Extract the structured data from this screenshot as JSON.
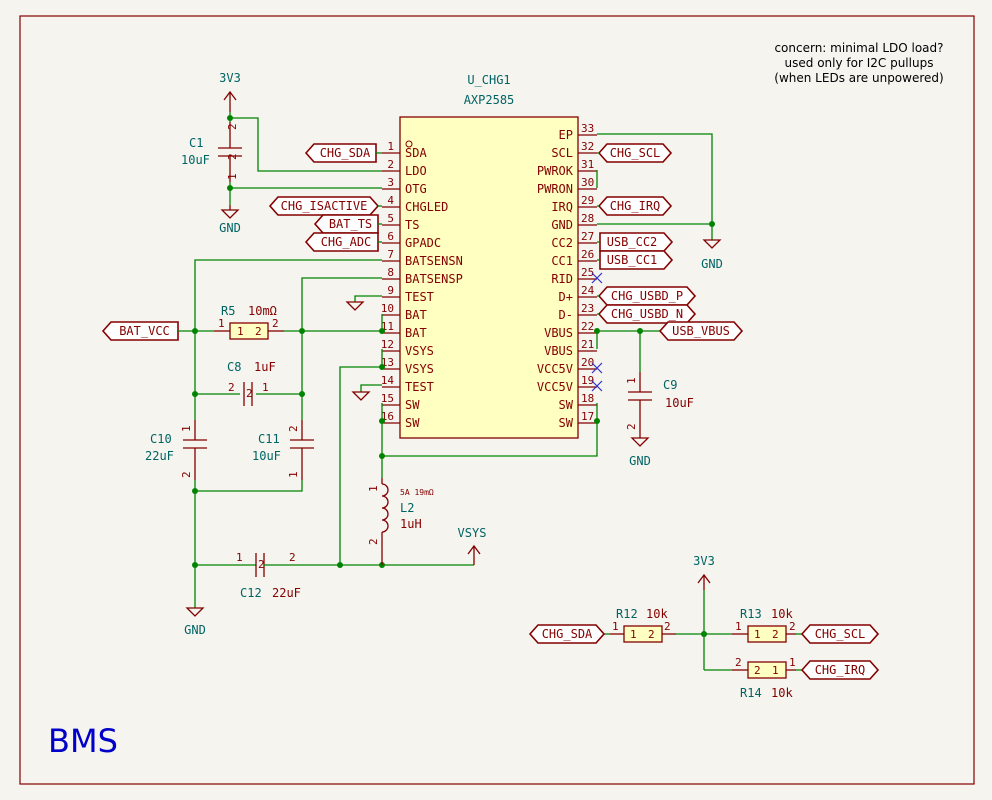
{
  "sheet_title": "BMS",
  "note": [
    "concern: minimal LDO load?",
    "used only for I2C pullups",
    "(when LEDs are unpowered)"
  ],
  "power": {
    "v3v3": "3V3",
    "gnd": "GND",
    "vsys": "VSYS"
  },
  "ic": {
    "ref": "U_CHG1",
    "value": "AXP2585",
    "left_pins": [
      {
        "num": "1",
        "name": "SDA"
      },
      {
        "num": "2",
        "name": "LDO"
      },
      {
        "num": "3",
        "name": "OTG"
      },
      {
        "num": "4",
        "name": "CHGLED"
      },
      {
        "num": "5",
        "name": "TS"
      },
      {
        "num": "6",
        "name": "GPADC"
      },
      {
        "num": "7",
        "name": "BATSENSN"
      },
      {
        "num": "8",
        "name": "BATSENSP"
      },
      {
        "num": "9",
        "name": "TEST"
      },
      {
        "num": "10",
        "name": "BAT"
      },
      {
        "num": "11",
        "name": "BAT"
      },
      {
        "num": "12",
        "name": "VSYS"
      },
      {
        "num": "13",
        "name": "VSYS"
      },
      {
        "num": "14",
        "name": "TEST"
      },
      {
        "num": "15",
        "name": "SW"
      },
      {
        "num": "16",
        "name": "SW"
      }
    ],
    "right_pins": [
      {
        "num": "33",
        "name": "EP"
      },
      {
        "num": "32",
        "name": "SCL"
      },
      {
        "num": "31",
        "name": "PWROK"
      },
      {
        "num": "30",
        "name": "PWRON"
      },
      {
        "num": "29",
        "name": "IRQ"
      },
      {
        "num": "28",
        "name": "GND"
      },
      {
        "num": "27",
        "name": "CC2"
      },
      {
        "num": "26",
        "name": "CC1"
      },
      {
        "num": "25",
        "name": "RID"
      },
      {
        "num": "24",
        "name": "D+"
      },
      {
        "num": "23",
        "name": "D-"
      },
      {
        "num": "22",
        "name": "VBUS"
      },
      {
        "num": "21",
        "name": "VBUS"
      },
      {
        "num": "20",
        "name": "VCC5V"
      },
      {
        "num": "19",
        "name": "VCC5V"
      },
      {
        "num": "18",
        "name": "SW"
      },
      {
        "num": "17",
        "name": "SW"
      }
    ]
  },
  "labels": {
    "chg_sda": "CHG_SDA",
    "chg_isactive": "CHG_ISACTIVE",
    "bat_ts": "BAT_TS",
    "chg_adc": "CHG_ADC",
    "chg_scl": "CHG_SCL",
    "chg_irq": "CHG_IRQ",
    "usb_cc2": "USB_CC2",
    "usb_cc1": "USB_CC1",
    "chg_usbd_p": "CHG_USBD_P",
    "chg_usbd_n": "CHG_USBD_N",
    "usb_vbus": "USB_VBUS",
    "bat_vcc": "BAT_VCC"
  },
  "components": {
    "c1": {
      "ref": "C1",
      "value": "10uF"
    },
    "c8": {
      "ref": "C8",
      "value": "1uF"
    },
    "c9": {
      "ref": "C9",
      "value": "10uF"
    },
    "c10": {
      "ref": "C10",
      "value": "22uF"
    },
    "c11": {
      "ref": "C11",
      "value": "10uF"
    },
    "c12": {
      "ref": "C12",
      "value": "22uF"
    },
    "r5": {
      "ref": "R5",
      "value": "10mΩ"
    },
    "r12": {
      "ref": "R12",
      "value": "10k"
    },
    "r13": {
      "ref": "R13",
      "value": "10k"
    },
    "r14": {
      "ref": "R14",
      "value": "10k"
    },
    "l2": {
      "ref": "L2",
      "value": "1uH",
      "note": "5A 19mΩ"
    }
  },
  "pin_numbers": {
    "one": "1",
    "two": "2"
  }
}
